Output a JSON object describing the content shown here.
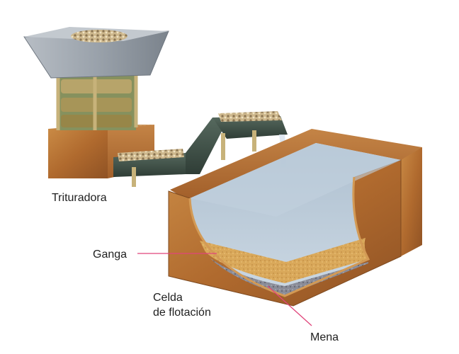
{
  "diagram": {
    "labels": {
      "crusher": "Trituradora",
      "gangue": "Ganga",
      "cell_line1": "Celda",
      "cell_line2": "de flotación",
      "ore": "Mena"
    },
    "colors": {
      "rust": "#b06a2e",
      "rust_light": "#d39a55",
      "hopper_metal": "#9aa2ab",
      "water": "#b9c9d8",
      "gangue_layer": "#d9a85a",
      "ore_layer": "#8a8c98",
      "belt": "#3f5248",
      "leader_line": "#e0457b"
    }
  }
}
